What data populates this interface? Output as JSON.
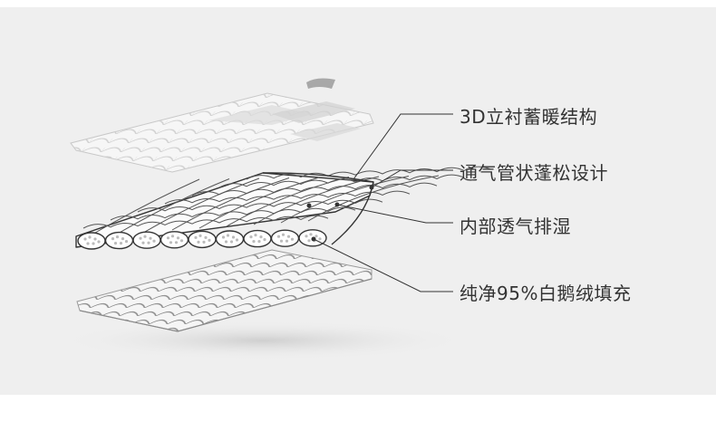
{
  "callouts": [
    {
      "id": "3d",
      "label": "3D立衬蓄暖结构"
    },
    {
      "id": "channel",
      "label": "通气管状蓬松设计"
    },
    {
      "id": "vent",
      "label": "内部透气排湿"
    },
    {
      "id": "fill",
      "label": "纯净95%白鹅绒填充"
    }
  ],
  "colors": {
    "background": "#efefef",
    "outline": "#333333",
    "faint_line": "#c8c8c8",
    "shadow_grey": "#a8a8a8",
    "text": "#333333"
  }
}
